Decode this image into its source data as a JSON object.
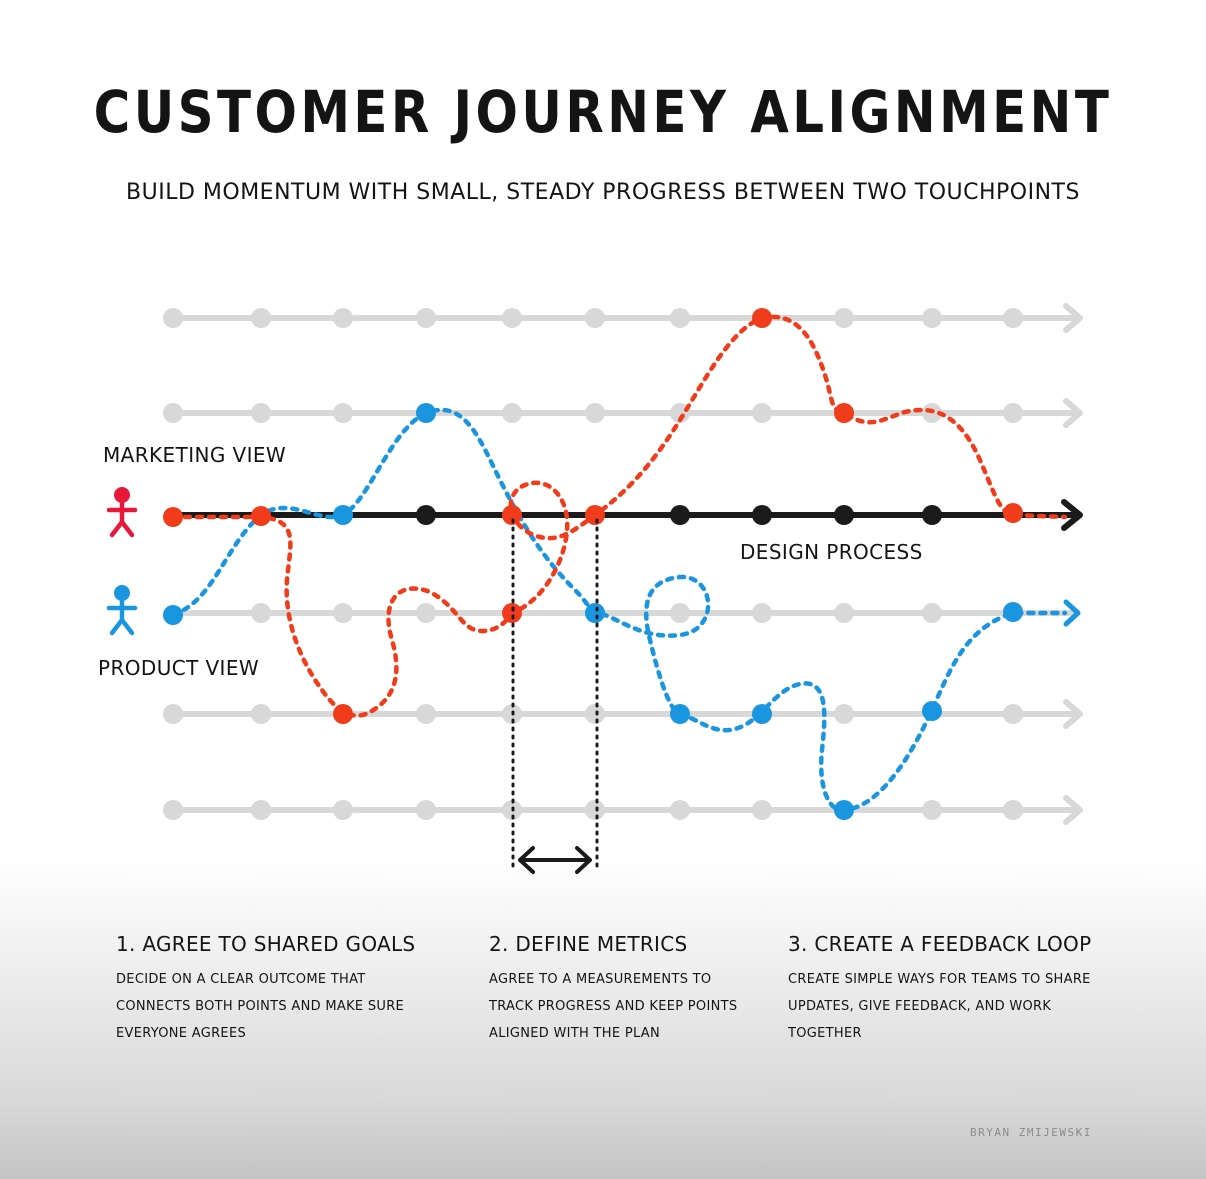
{
  "header": {
    "title": "CUSTOMER JOURNEY ALIGNMENT",
    "subtitle": "BUILD MOMENTUM WITH SMALL, STEADY PROGRESS BETWEEN TWO TOUCHPOINTS"
  },
  "labels": {
    "marketing_view": "MARKETING VIEW",
    "product_view": "PRODUCT VIEW",
    "design_process": "DESIGN PROCESS"
  },
  "colors": {
    "marketing": "#f03c1a",
    "product": "#1a96e0",
    "main_line": "#1b1b1b",
    "track": "#d8d8d8",
    "marketing_figure": "#e8183a"
  },
  "steps": [
    {
      "title": "1. AGREE TO SHARED GOALS",
      "text": "DECIDE ON A CLEAR OUTCOME THAT CONNECTS BOTH POINTS AND MAKE SURE EVERYONE AGREES"
    },
    {
      "title": "2. DEFINE METRICS",
      "text": "AGREE TO A MEASUREMENTS TO TRACK PROGRESS AND KEEP POINTS ALIGNED WITH THE PLAN"
    },
    {
      "title": "3. CREATE A FEEDBACK LOOP",
      "text": "CREATE SIMPLE WAYS FOR TEAMS TO SHARE UPDATES, GIVE FEEDBACK, AND WORK TOGETHER"
    }
  ],
  "signature": "BRYAN ZMIJEWSKI"
}
